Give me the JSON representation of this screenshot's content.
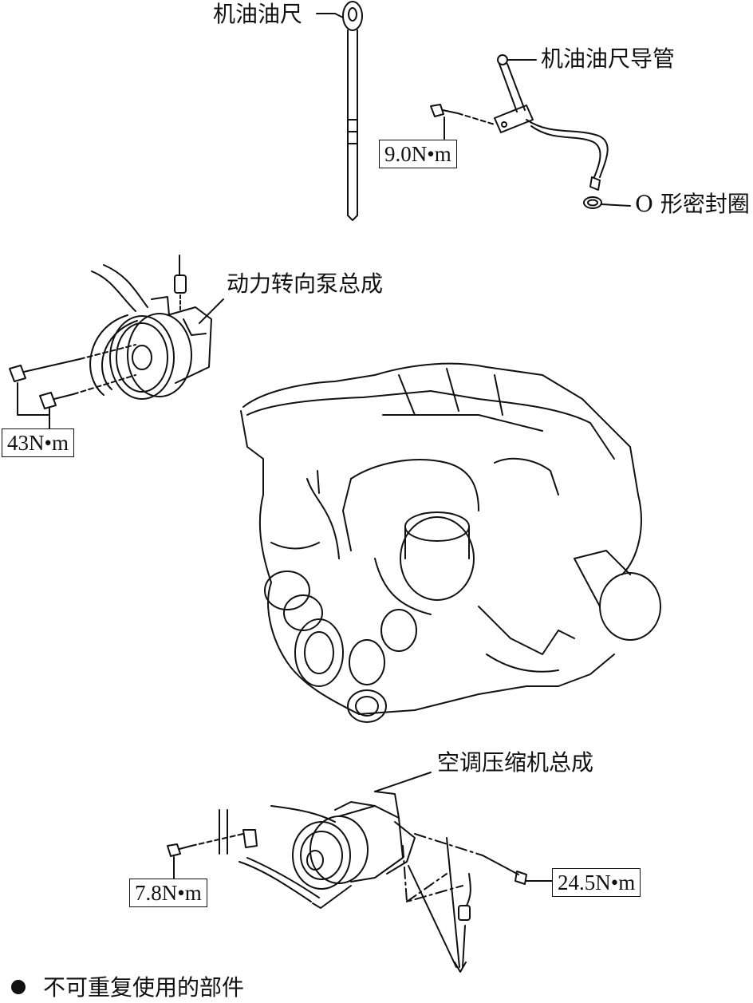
{
  "labels": {
    "dipstick": "机油油尺",
    "dipstick_guide": "机油油尺导管",
    "o_ring": "O 形密封圈",
    "ps_pump": "动力转向泵总成",
    "ac_compressor": "空调压缩机总成"
  },
  "torques": {
    "guide_bolt": "9.0N•m",
    "ps_pump_bolts": "43N•m",
    "ac_left_bolt": "7.8N•m",
    "ac_right_bolt": "24.5N•m"
  },
  "legend": {
    "non_reusable": "不可重复使用的部件"
  }
}
